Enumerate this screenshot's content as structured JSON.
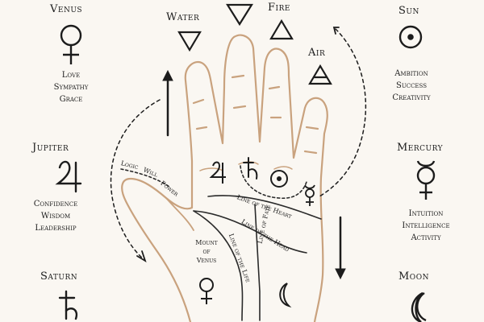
{
  "planets": {
    "venus": {
      "name": "Venus",
      "qualities": [
        "Love",
        "Sympathy",
        "Grace"
      ]
    },
    "sun": {
      "name": "Sun",
      "qualities": [
        "Ambition",
        "Success",
        "Creativity"
      ]
    },
    "jupiter": {
      "name": "Jupiter",
      "qualities": [
        "Confidence",
        "Wisdom",
        "Leadership"
      ]
    },
    "mercury": {
      "name": "Mercury",
      "qualities": [
        "Intuition",
        "Intelligence",
        "Activity"
      ]
    },
    "saturn": {
      "name": "Saturn"
    },
    "moon": {
      "name": "Moon"
    }
  },
  "elements": {
    "water": "Water",
    "fire": "Fire",
    "air": "Air"
  },
  "hand": {
    "logic": "Logic",
    "will": "Will",
    "power": "Power",
    "mount_of_venus": [
      "Mount",
      "of",
      "Venus"
    ],
    "line_heart": "Line of the Heart",
    "line_head": "Line of the Head",
    "line_life": "Line of the Life",
    "line_fate": "Line of Fate"
  },
  "icons": {
    "venus": "venus-symbol-icon",
    "sun": "sun-symbol-icon",
    "jupiter": "jupiter-symbol-icon",
    "mercury": "mercury-symbol-icon",
    "saturn": "saturn-symbol-icon",
    "moon": "moon-symbol-icon",
    "water": "water-triangle-icon",
    "fire": "fire-triangle-icon",
    "air": "air-triangle-icon"
  },
  "colors": {
    "background": "#faf7f2",
    "hand_outline": "#c9a27e",
    "ink": "#1c1c1c"
  }
}
